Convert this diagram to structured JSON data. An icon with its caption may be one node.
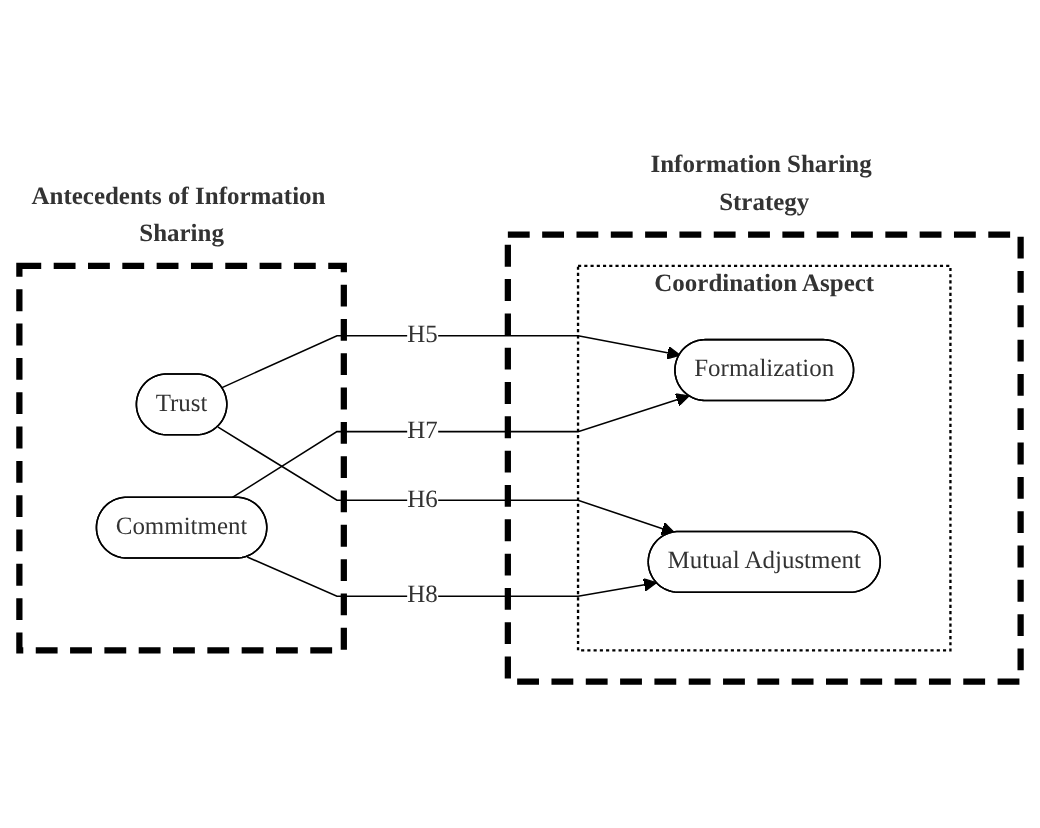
{
  "diagram": {
    "nodes": [
      {
        "text": [
          "Antecedents of Information Sharing"
        ]
      },
      {
        "text": [
          "Information Sharing Strategy"
        ]
      },
      {
        "text": [
          "Coordination Aspect"
        ],
        "in": 1
      },
      {
        "text": [
          "Trust"
        ],
        "in": 0
      },
      {
        "text": [
          "Commitment"
        ],
        "in": 0
      },
      {
        "text": [
          "Formalization"
        ],
        "in": 2
      },
      {
        "text": [
          "Mutual Adjustment"
        ],
        "in": 2
      }
    ],
    "edges": [
      {
        "from": 3,
        "to": 5,
        "label": "H5",
        "arrow": "to"
      },
      {
        "from": 3,
        "to": 6,
        "label": "H6",
        "arrow": "to"
      },
      {
        "from": 4,
        "to": 5,
        "label": "H7",
        "arrow": "to"
      },
      {
        "from": 4,
        "to": 6,
        "label": "H8",
        "arrow": "to"
      }
    ]
  }
}
